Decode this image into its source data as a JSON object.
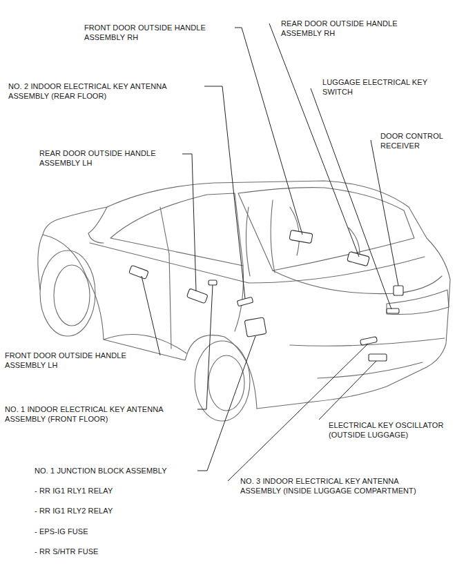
{
  "diagram": {
    "labels": [
      "FRONT DOOR OUTSIDE HANDLE ASSEMBLY RH",
      "REAR DOOR OUTSIDE HANDLE ASSEMBLY RH",
      "NO. 2 INDOOR ELECTRICAL KEY ANTENNA ASSEMBLY (REAR FLOOR)",
      "LUGGAGE ELECTRICAL KEY SWITCH",
      "DOOR CONTROL RECEIVER",
      "REAR DOOR OUTSIDE HANDLE ASSEMBLY LH",
      "FRONT DOOR OUTSIDE HANDLE ASSEMBLY LH",
      "NO. 1 INDOOR ELECTRICAL KEY ANTENNA ASSEMBLY (FRONT FLOOR)",
      "ELECTRICAL KEY OSCILLATOR (OUTSIDE LUGGAGE)",
      "NO. 1 JUNCTION BLOCK ASSEMBLY",
      "NO. 3 INDOOR ELECTRICAL KEY ANTENNA ASSEMBLY (INSIDE LUGGAGE COMPARTMENT)",
      "- RR IG1 RLY1 RELAY",
      "- RR IG1 RLY2 RELAY",
      "- EPS-IG FUSE",
      "- RR S/HTR FUSE"
    ]
  }
}
